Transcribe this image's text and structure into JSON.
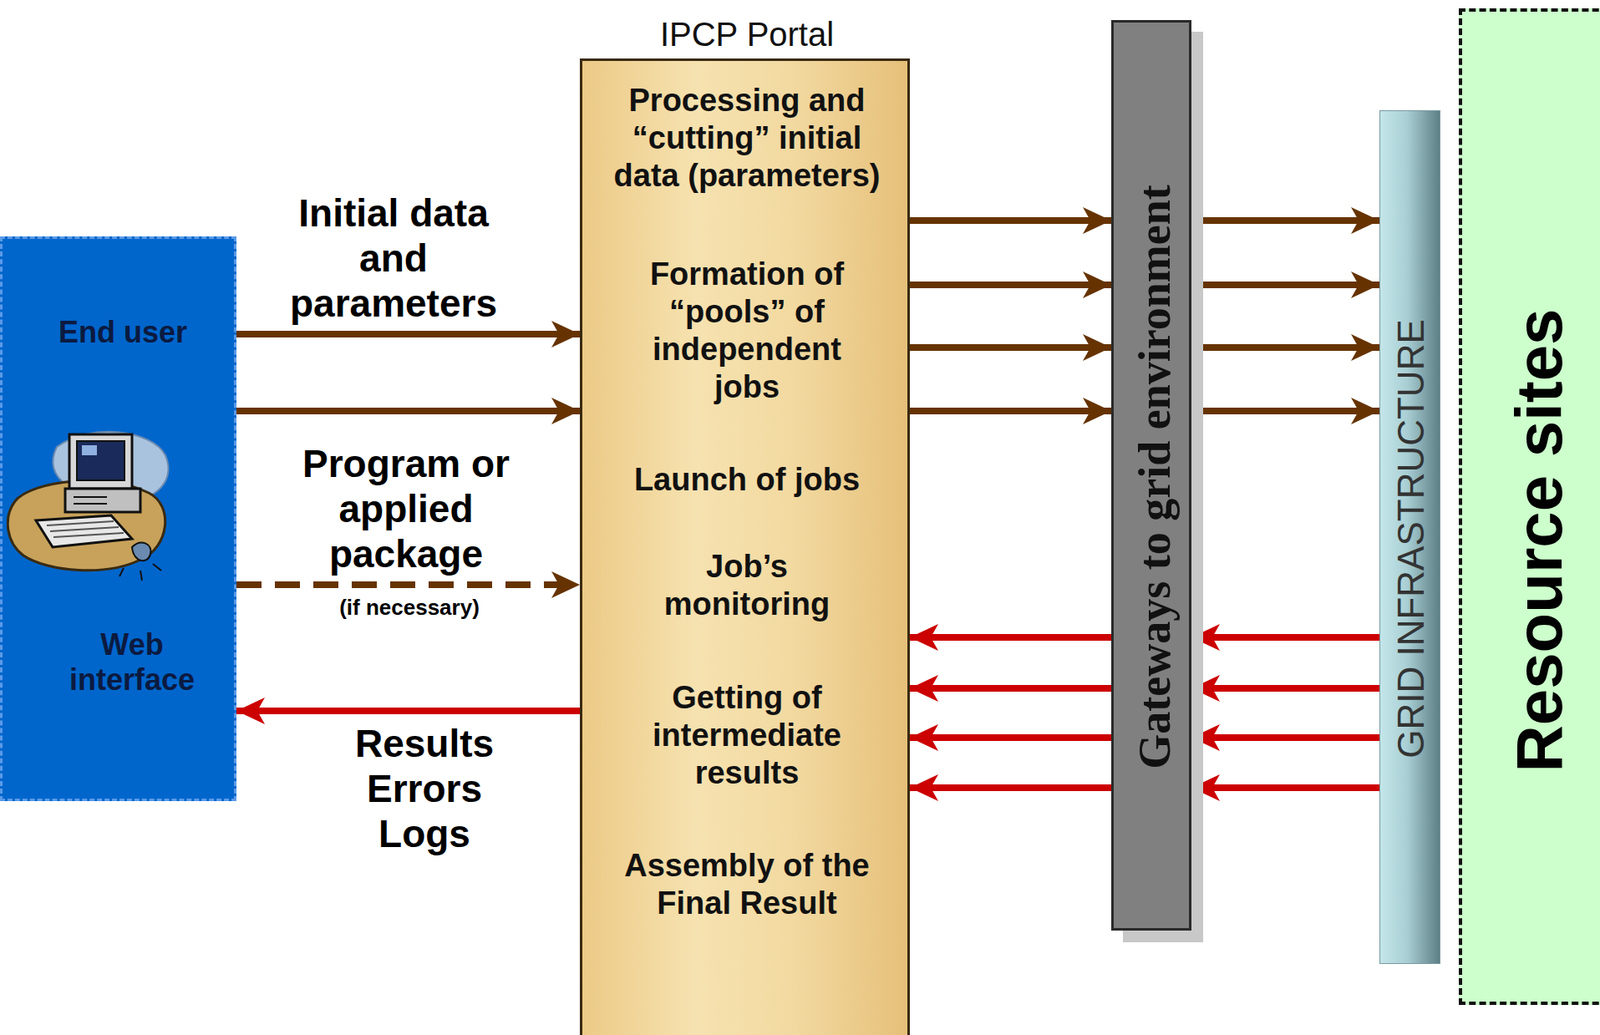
{
  "diagram": {
    "nodes": [
      {
        "text": [
          "End user",
          "Web interface"
        ]
      },
      {
        "text": [
          "IPCP Portal",
          "Processing and “cutting” initial data (parameters)",
          "Formation of “pools” of independent jobs",
          "Launch of jobs",
          "Job’s monitoring",
          "Getting of intermediate results",
          "Assembly of the Final Result"
        ]
      },
      {
        "text": [
          "Gateways to grid environment"
        ]
      },
      {
        "text": [
          "GRID INFRASTRUCTURE"
        ]
      },
      {
        "text": [
          "Resource sites"
        ]
      }
    ],
    "edges": [
      {
        "from": 0,
        "to": 1,
        "arrow": "to",
        "label": "Initial data and parameters"
      },
      {
        "from": 0,
        "to": 1,
        "arrow": "to"
      },
      {
        "from": 0,
        "to": 1,
        "arrow": "to",
        "label": "Program or applied package"
      },
      {
        "from": 1,
        "to": 0,
        "arrow": "to",
        "label": "Results Errors Logs"
      },
      {
        "from": 1,
        "to": 2,
        "arrow": "to"
      },
      {
        "from": 1,
        "to": 2,
        "arrow": "to"
      },
      {
        "from": 1,
        "to": 2,
        "arrow": "to"
      },
      {
        "from": 1,
        "to": 2,
        "arrow": "to"
      },
      {
        "from": 2,
        "to": 3,
        "arrow": "to"
      },
      {
        "from": 2,
        "to": 3,
        "arrow": "to"
      },
      {
        "from": 2,
        "to": 3,
        "arrow": "to"
      },
      {
        "from": 2,
        "to": 3,
        "arrow": "to"
      },
      {
        "from": 3,
        "to": 2,
        "arrow": "to"
      },
      {
        "from": 3,
        "to": 2,
        "arrow": "to"
      },
      {
        "from": 3,
        "to": 2,
        "arrow": "to"
      },
      {
        "from": 3,
        "to": 2,
        "arrow": "to"
      },
      {
        "from": 2,
        "to": 1,
        "arrow": "to"
      },
      {
        "from": 2,
        "to": 1,
        "arrow": "to"
      },
      {
        "from": 2,
        "to": 1,
        "arrow": "to"
      },
      {
        "from": 2,
        "to": 1,
        "arrow": "to"
      }
    ],
    "labels": [
      "(if necessary)"
    ]
  }
}
